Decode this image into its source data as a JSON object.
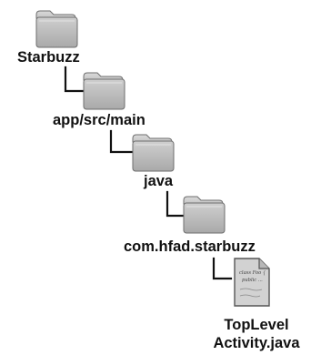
{
  "tree": {
    "folders": [
      {
        "label": "Starbuzz"
      },
      {
        "label": "app/src/main"
      },
      {
        "label": "java"
      },
      {
        "label": "com.hfad.starbuzz"
      }
    ],
    "file": {
      "name_line1": "TopLevel",
      "name_line2": "Activity.java",
      "doc_scribble": "class Foo {\npublic ..."
    }
  },
  "colors": {
    "folder_fill": "#bdbdbd",
    "folder_edge": "#6e6e6e",
    "connector": "#111111",
    "doc_fill": "#d2d2d2",
    "text": "#111111"
  }
}
